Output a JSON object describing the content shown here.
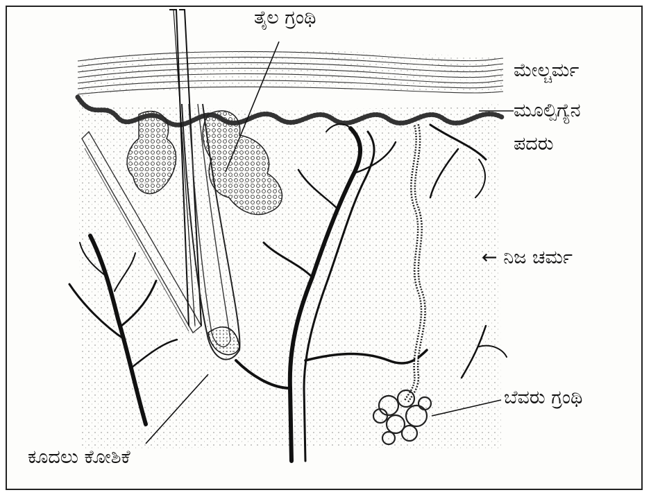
{
  "labels": {
    "oil_gland": "ತೈಲ ಗ್ರಂಥಿ",
    "epidermis": "ಮೇಲ್ಚರ್ಮ",
    "basal_layer_line1": "ಮೂಲ್ಪಿಗ್ಯೆನ",
    "basal_layer_line2": "ಪದರು",
    "dermis": "← ನಿಜ ಚರ್ಮ",
    "sweat_gland": "ಬೆವರು ಗ್ರಂಥಿ",
    "hair_follicle": "ಕೂದಲು ಕೋಶಿಕೆ"
  }
}
